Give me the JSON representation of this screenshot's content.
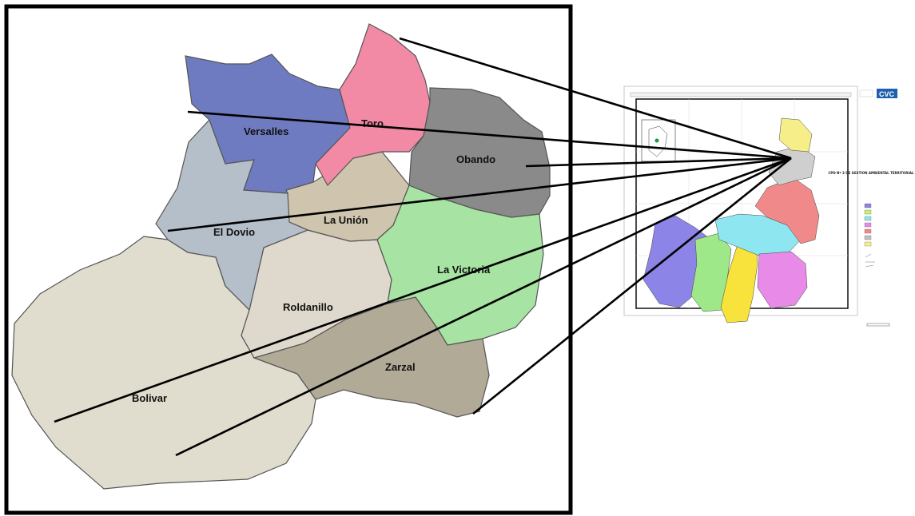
{
  "main_map": {
    "municipalities": [
      {
        "id": "versalles",
        "label": "Versalles",
        "color": "#6f7bc1"
      },
      {
        "id": "toro",
        "label": "Toro",
        "color": "#f28aa6"
      },
      {
        "id": "obando",
        "label": "Obando",
        "color": "#8a8a8a"
      },
      {
        "id": "el-dovio",
        "label": "El Dovio",
        "color": "#b5bfca"
      },
      {
        "id": "la-union",
        "label": "La Unión",
        "color": "#cfc4ad"
      },
      {
        "id": "la-victoria",
        "label": "La Victoria",
        "color": "#a7e3a2"
      },
      {
        "id": "roldanillo",
        "label": "Roldanillo",
        "color": "#dfd9cd"
      },
      {
        "id": "zarzal",
        "label": "Zarzal",
        "color": "#b1aa97"
      },
      {
        "id": "bolivar",
        "label": "Bolivar",
        "color": "#e0ddcf"
      }
    ]
  },
  "inset_map": {
    "logo_text": "CVC",
    "legend_title": "CPD Nº 3 DE GESTION AMBIENTAL TERRITORIAL",
    "legend_items": [
      {
        "color": "#8c84e6"
      },
      {
        "color": "#c8f06f"
      },
      {
        "color": "#8ee6f0"
      },
      {
        "color": "#e88be8"
      },
      {
        "color": "#f08a8a"
      },
      {
        "color": "#bfbfbf"
      },
      {
        "color": "#f6ee88"
      }
    ]
  }
}
